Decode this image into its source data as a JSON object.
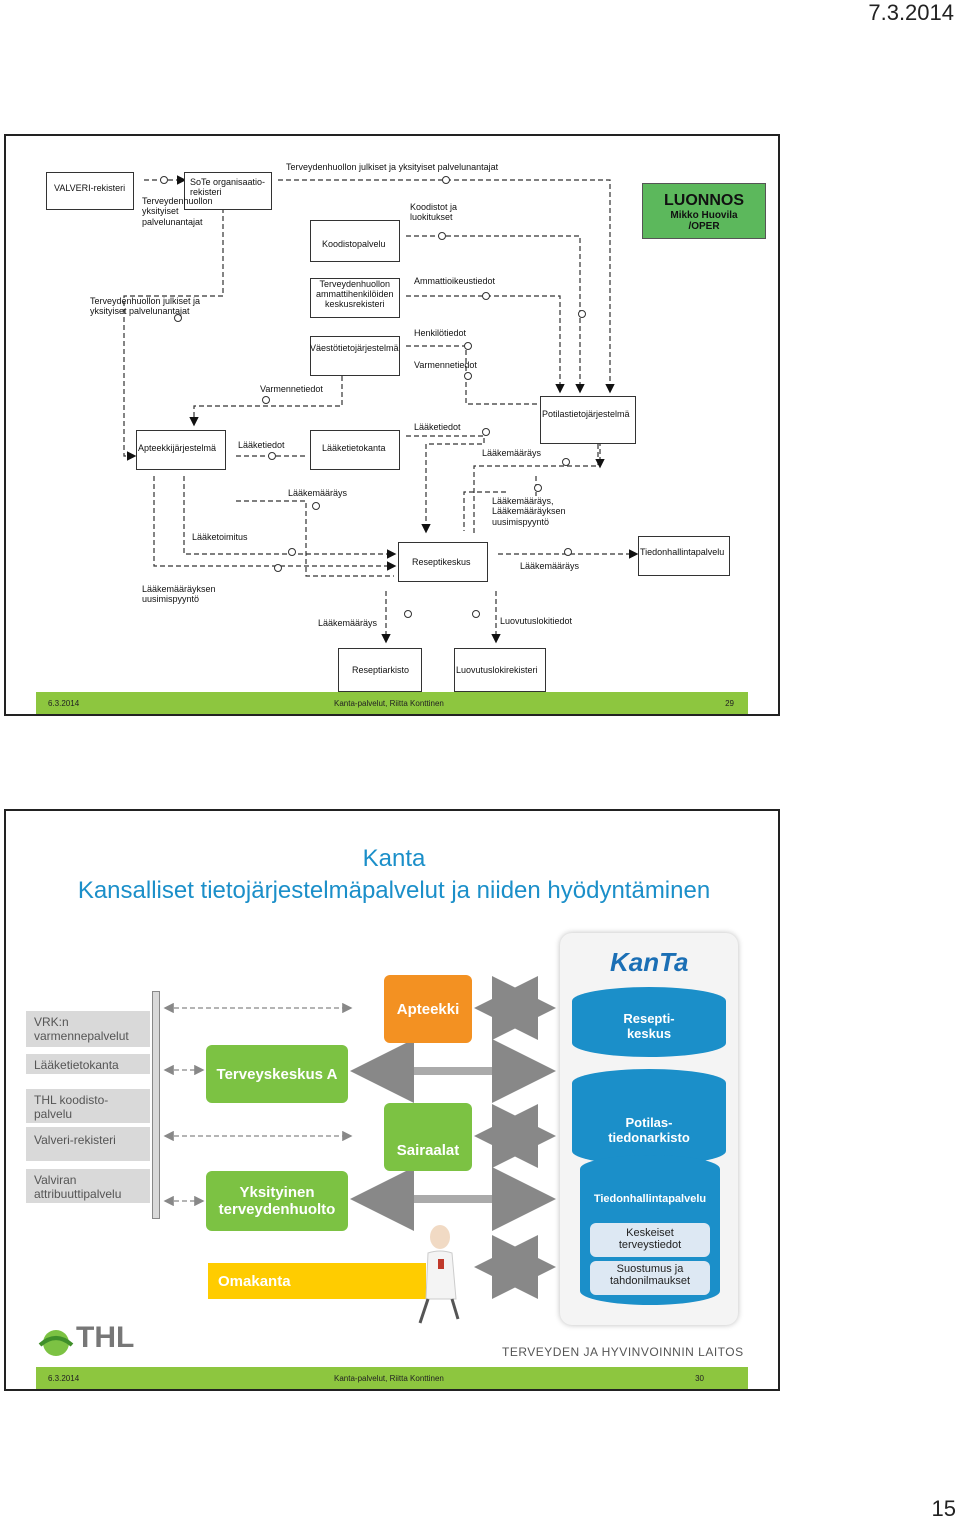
{
  "page": {
    "date": "7.3.2014",
    "number": "15"
  },
  "slide1": {
    "luonnos": {
      "title": "LUONNOS",
      "line1": "Mikko Huovila",
      "line2": "/OPER"
    },
    "nodes": {
      "valveri": "VALVERI-rekisteri",
      "sote": "SoTe organisaatio-\nrekisteri",
      "koodistopalvelu": "Koodistopalvelu",
      "ammatti": "Terveydenhuollon\nammattihenkilöiden\nkeskusrekisteri",
      "vaesto": "Väestötietojärjestelmä",
      "apteekki": "Apteekkijärjestelmä",
      "laaketietokanta": "Lääketietokanta",
      "potilas": "Potilastietojärjestelmä",
      "reseptikeskus": "Reseptikeskus",
      "tiedonhallinta": "Tiedonhallintapalvelu",
      "reseptiarkisto": "Reseptiarkisto",
      "luovutusloki": "Luovutuslokirekisteri"
    },
    "labels": {
      "top": "Terveydenhuollon julkiset ja yksityiset palvelunantajat",
      "yksityiset": "Terveydenhuollon\nyksityiset\npalvelunantajat",
      "koodistot": "Koodistot ja\nluokitukset",
      "julkiset": "Terveydenhuollon julkiset ja\nyksityiset palvelunantajat",
      "ammattioikeus": "Ammattioikeustiedot",
      "henkilo": "Henkilötiedot",
      "varmenne1": "Varmennetiedot",
      "varmenne2": "Varmennetiedot",
      "laaketiedot1": "Lääketiedot",
      "laaketiedot2": "Lääketiedot",
      "laakemaarays1": "Lääkemääräys",
      "laakemaarays2": "Lääkemääräys",
      "laakemaarays3": "Lääkemääräys,\nLääkemääräyksen\nuusimispyyntö",
      "laakemaarays4": "Lääkemääräys",
      "laakemaarays5": "Lääkemääräys",
      "laaketoimitus": "Lääketoimitus",
      "uusimis": "Lääkemääräyksen\nuusimispyyntö",
      "luovutuslokitiedot": "Luovutuslokitiedot"
    },
    "footer": {
      "date": "6.3.2014",
      "center": "Kanta-palvelut, Riitta Konttinen",
      "page": "29"
    }
  },
  "slide2": {
    "title1": "Kanta",
    "title2": "Kansalliset tietojärjestelmäpalvelut ja niiden hyödyntäminen",
    "logo": "KanTa",
    "left_boxes": [
      "VRK:n\nvarmennepalvelut",
      "Lääketietokanta",
      "THL koodisto-\npalvelu",
      "Valveri-rekisteri",
      "Valviran\nattribuuttipalvelu"
    ],
    "terveyskeskus": "Terveyskeskus A",
    "yksityinen": "Yksityinen\nterveydenhuolto",
    "omakanta": "Omakanta",
    "apteekki": "Apteekki",
    "sairaalat": "Sairaalat",
    "resepti": "Resepti-\nkeskus",
    "potilas": "Potilas-\ntiedonarkisto",
    "tiedonhallinta": "Tiedonhallintapalvelu",
    "keskeiset": "Keskeiset\nterveystiedot",
    "suostumus": "Suostumus ja\ntahdonilmaukset",
    "thl": "THL",
    "institute": "TERVEYDEN JA HYVINVOINNIN LAITOS",
    "footer": {
      "date": "6.3.2014",
      "center": "Kanta-palvelut, Riitta Konttinen",
      "page": "30"
    },
    "colors": {
      "title": "#1b8fc9",
      "green": "#7cc243",
      "orange": "#f39122",
      "blue": "#1b8fc9",
      "yellow": "#ffcc00"
    }
  }
}
